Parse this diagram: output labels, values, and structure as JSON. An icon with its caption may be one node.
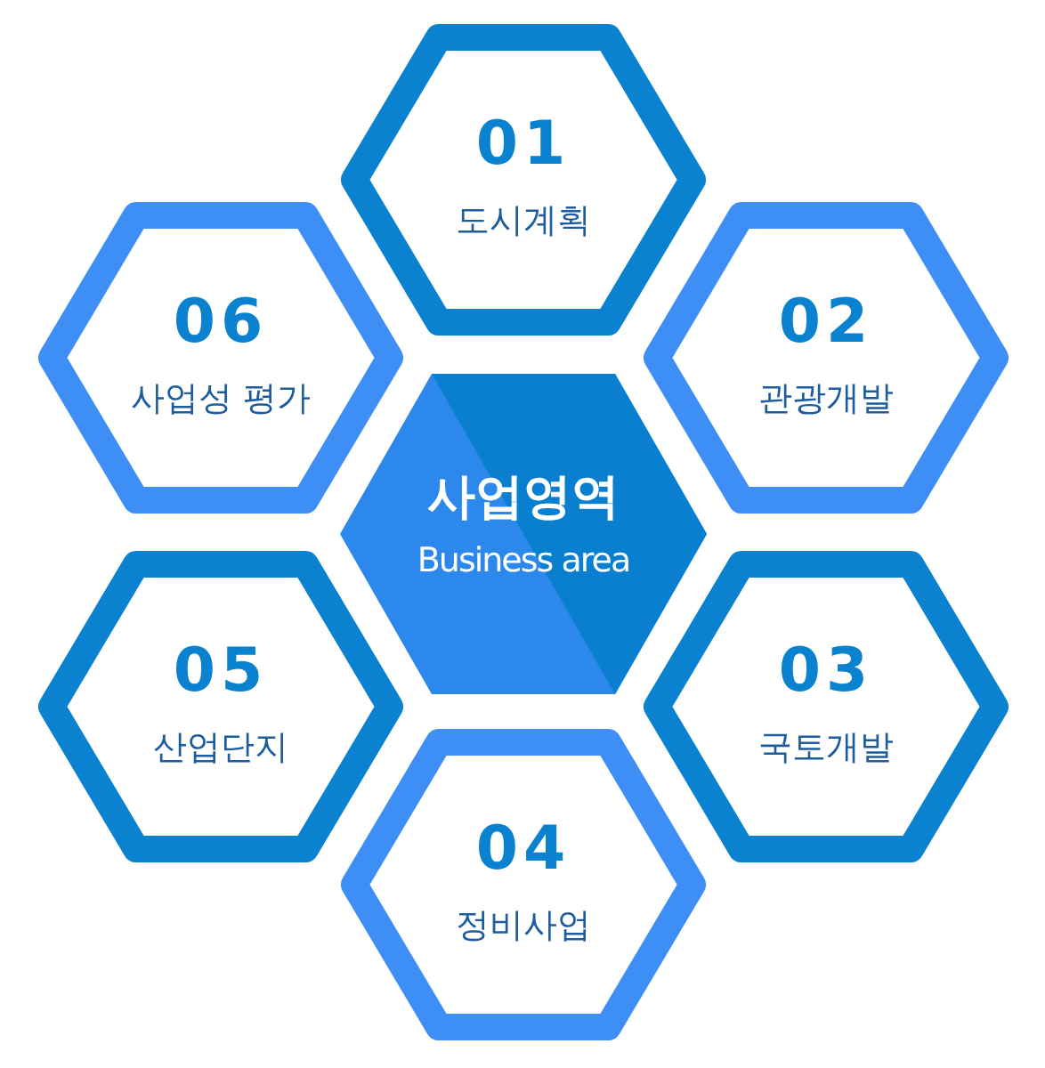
{
  "diagram": {
    "nodes": [
      {
        "text": [
          "사업영역",
          "Business area"
        ]
      },
      {
        "text": [
          "01",
          "도시계획"
        ]
      },
      {
        "text": [
          "02",
          "관광개발"
        ]
      },
      {
        "text": [
          "03",
          "국토개발"
        ]
      },
      {
        "text": [
          "04",
          "정비사업"
        ]
      },
      {
        "text": [
          "05",
          "산업단지"
        ]
      },
      {
        "text": [
          "06",
          "사업성 평가"
        ]
      }
    ]
  }
}
